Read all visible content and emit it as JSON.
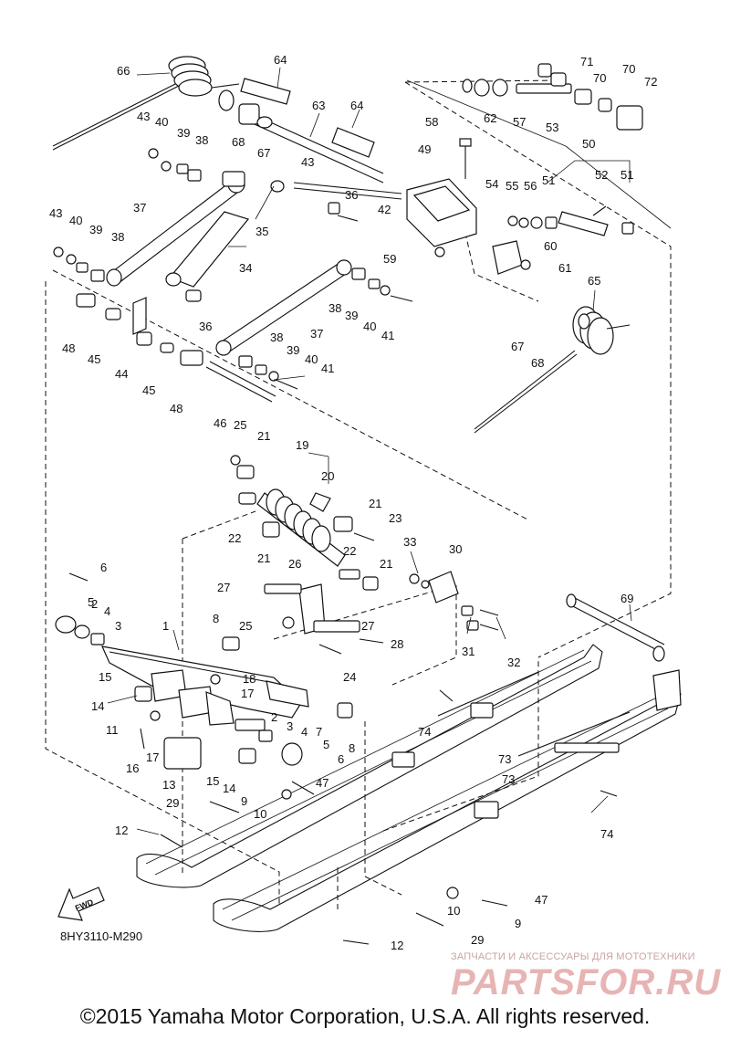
{
  "ref_code": "8HY3110-M290",
  "fwd_label": "FWD",
  "watermark": {
    "subtitle": "ЗАПЧАСТИ И АКСЕССУАРЫ ДЛЯ МОТОТЕХНИКИ",
    "logo": "PARTSFOR.RU"
  },
  "copyright": "©2015 Yamaha Motor Corporation, U.S.A. All rights reserved.",
  "part_labels": [
    "1",
    "2",
    "3",
    "4",
    "5",
    "6",
    "7",
    "8",
    "9",
    "10",
    "11",
    "12",
    "13",
    "14",
    "15",
    "16",
    "17",
    "18",
    "19",
    "20",
    "21",
    "22",
    "23",
    "24",
    "25",
    "26",
    "27",
    "28",
    "29",
    "30",
    "31",
    "32",
    "33",
    "34",
    "35",
    "36",
    "37",
    "38",
    "39",
    "40",
    "41",
    "42",
    "43",
    "44",
    "45",
    "46",
    "47",
    "48",
    "49",
    "50",
    "51",
    "52",
    "53",
    "54",
    "55",
    "56",
    "57",
    "58",
    "59",
    "60",
    "61",
    "62",
    "63",
    "64",
    "65",
    "66",
    "67",
    "68",
    "69",
    "70",
    "71",
    "72",
    "73",
    "74"
  ]
}
